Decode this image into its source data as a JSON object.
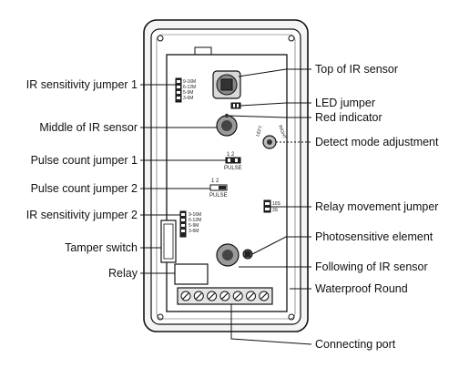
{
  "diagram": {
    "labels": {
      "top_ir_sensor": "Top of IR sensor",
      "led_jumper": "LED jumper",
      "red_indicator": "Red indicator",
      "detect_mode": "Detect mode adjustment",
      "relay_movement": "Relay movement jumper",
      "photosensitive": "Photosensitive element",
      "following_ir": "Following of IR sensor",
      "waterproof": "Waterproof Round",
      "connecting_port": "Connecting port",
      "ir_jumper_1": "IR sensitivity jumper 1",
      "middle_ir": "Middle of IR sensor",
      "pulse_1": "Pulse count jumper 1",
      "pulse_2": "Pulse count jumper 2",
      "ir_jumper_2": "IR sensitivity jumper 2",
      "tamper": "Tamper switch",
      "relay": "Relay"
    },
    "board_text": {
      "ir1_opts": [
        "9-16M",
        "6-12M",
        "5-9M",
        "3-6M"
      ],
      "ir2_opts": [
        "9-16M",
        "6-12M",
        "5-9M",
        "3-6M"
      ],
      "pulse_nums": "1  2",
      "pulse_word": "PULSE",
      "pulse2_nums": "1  2",
      "pulse2_word": "PULSE",
      "relay_opts": [
        "10S",
        "3S"
      ],
      "detect_left": "LEFT",
      "detect_right": "RIGHT"
    }
  }
}
